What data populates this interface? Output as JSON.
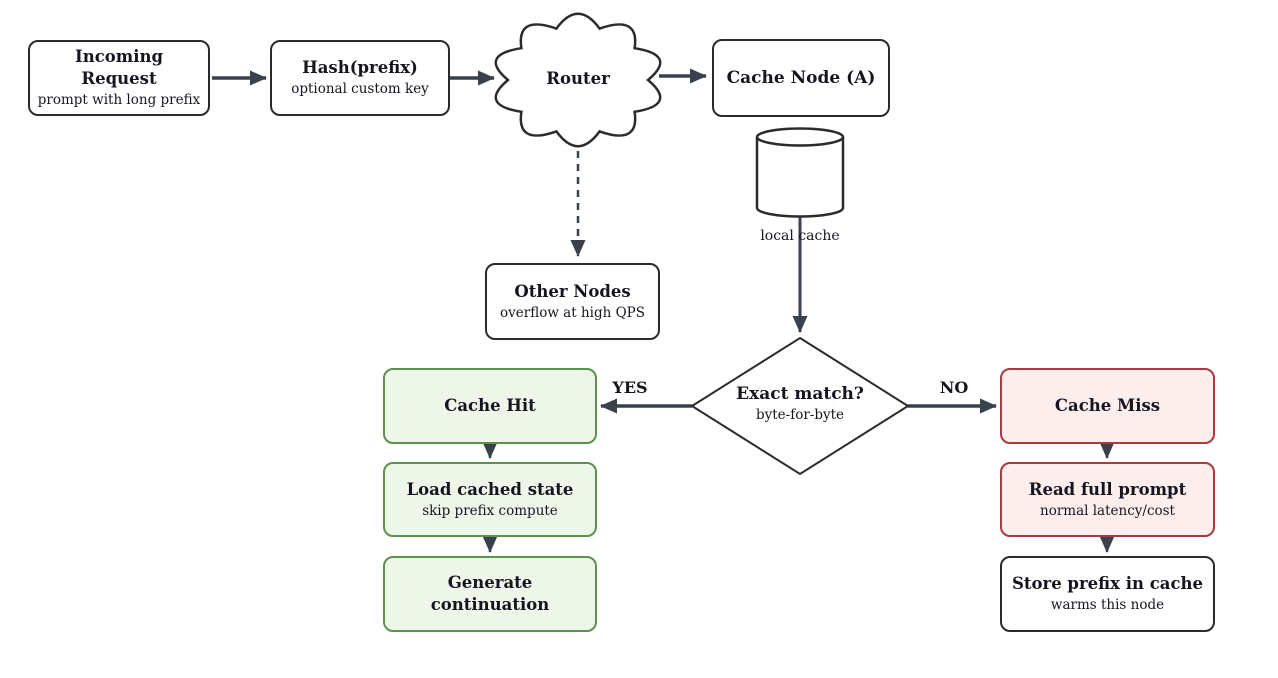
{
  "colors": {
    "canvas_bg": "#ffffff",
    "outline": "#2b2b2b",
    "arrow": "#39424c",
    "text": "#15151f",
    "green_fill": "#eef5e9",
    "green_border": "#5d9150",
    "red_fill": "#fdeeee",
    "red_border": "#a93a3d"
  },
  "nodes": {
    "incoming_request": {
      "title": "Incoming Request",
      "subtitle": "prompt with long prefix"
    },
    "hash_prefix": {
      "title": "Hash(prefix)",
      "subtitle": "optional custom key"
    },
    "router": {
      "title": "Router"
    },
    "cache_node_a": {
      "title": "Cache Node (A)"
    },
    "local_cache": {
      "label": "local cache"
    },
    "other_nodes": {
      "title": "Other Nodes",
      "subtitle": "overflow at high QPS"
    },
    "exact_match": {
      "title": "Exact match?",
      "subtitle": "byte-for-byte"
    },
    "cache_hit": {
      "title": "Cache Hit"
    },
    "load_cached_state": {
      "title": "Load cached state",
      "subtitle": "skip prefix compute"
    },
    "generate_continuation": {
      "title": "Generate continuation"
    },
    "cache_miss": {
      "title": "Cache Miss"
    },
    "read_full_prompt": {
      "title": "Read full prompt",
      "subtitle": "normal latency/cost"
    },
    "store_prefix_in_cache": {
      "title": "Store prefix in cache",
      "subtitle": "warms this node"
    }
  },
  "edge_labels": {
    "yes": "YES",
    "no": "NO"
  }
}
